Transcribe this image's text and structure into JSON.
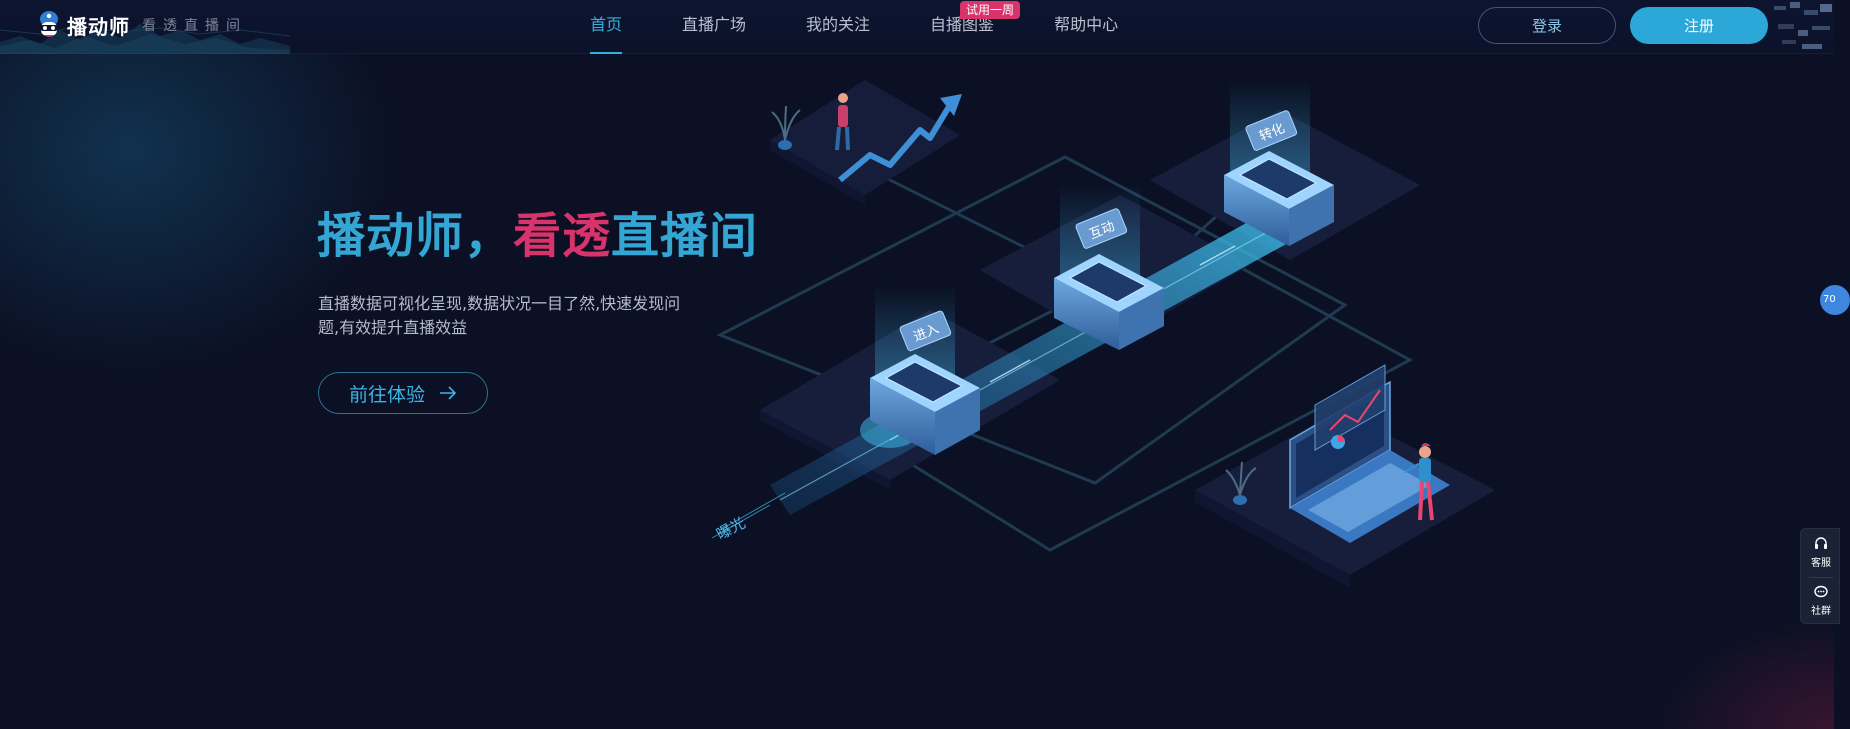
{
  "header": {
    "logo_name": "播动师",
    "logo_slogan": "看透直播间",
    "nav": [
      {
        "label": "首页",
        "active": true
      },
      {
        "label": "直播广场",
        "active": false
      },
      {
        "label": "我的关注",
        "active": false
      },
      {
        "label": "自播图鉴",
        "active": false,
        "badge": "试用一周"
      },
      {
        "label": "帮助中心",
        "active": false
      }
    ],
    "login_label": "登录",
    "register_label": "注册"
  },
  "hero": {
    "title_part1": "播动师，",
    "title_part2": "看透",
    "title_part3": "直播间",
    "description": "直播数据可视化呈现,数据状况一目了然,快速发现问题,有效提升直播效益",
    "cta_label": "前往体验"
  },
  "illustration": {
    "labels": {
      "exposure": "曝光",
      "enter": "进入",
      "interact": "互动",
      "convert": "转化"
    }
  },
  "sidebar": {
    "badge": "70",
    "customer_service_label": "客服",
    "community_label": "社群"
  },
  "colors": {
    "accent": "#31b2de",
    "highlight": "#d8336a",
    "background": "#0b1024"
  }
}
